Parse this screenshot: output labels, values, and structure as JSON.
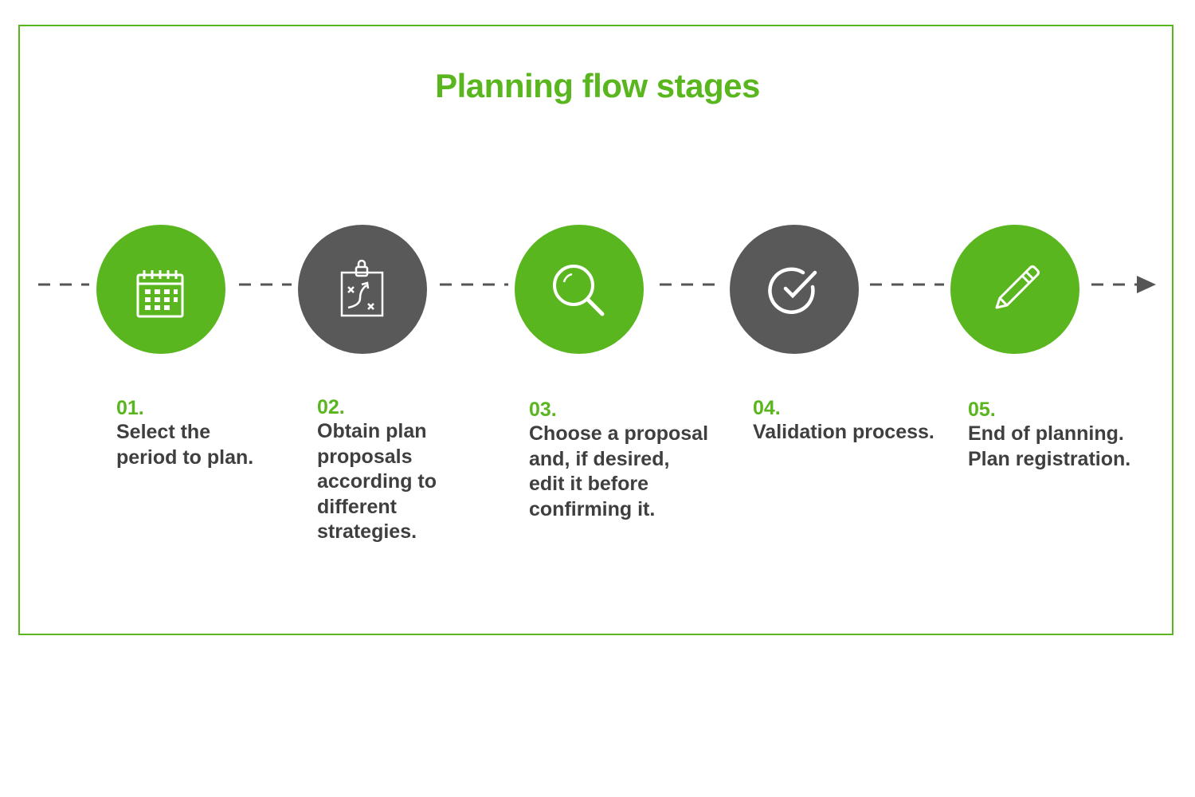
{
  "title": "Planning flow stages",
  "colors": {
    "accent": "#5ab61e",
    "dark": "#595959",
    "text": "#3f3f3f",
    "line": "#555555"
  },
  "steps": [
    {
      "number": "01.",
      "lines": [
        "Select the",
        "period to plan."
      ],
      "color": "accent",
      "icon": "calendar-icon"
    },
    {
      "number": "02.",
      "lines": [
        "Obtain plan",
        "proposals",
        "according to",
        "different",
        "strategies."
      ],
      "color": "dark",
      "icon": "strategy-clipboard-icon"
    },
    {
      "number": "03.",
      "lines": [
        "Choose a proposal",
        "and, if desired,",
        "edit it before",
        "confirming it."
      ],
      "color": "accent",
      "icon": "magnifier-icon"
    },
    {
      "number": "04.",
      "lines": [
        "Validation process."
      ],
      "color": "dark",
      "icon": "check-circle-icon"
    },
    {
      "number": "05.",
      "lines": [
        "End of planning.",
        "Plan registration."
      ],
      "color": "accent",
      "icon": "pencil-icon"
    }
  ]
}
